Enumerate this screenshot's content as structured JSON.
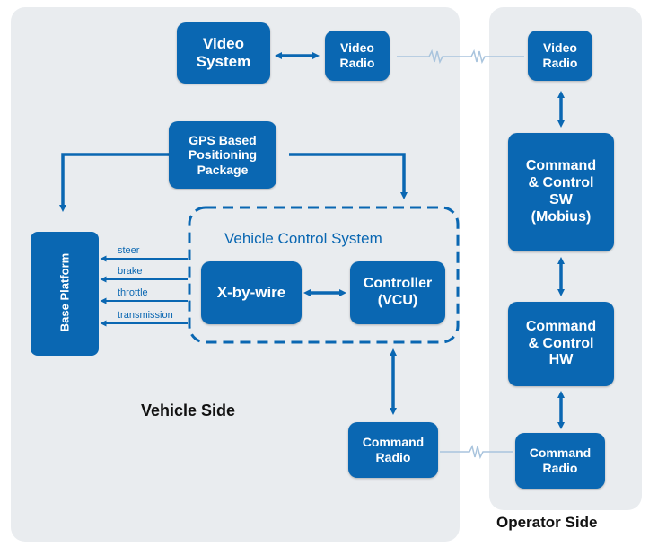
{
  "vehicle_side": {
    "label": "Vehicle Side",
    "video_system": "Video\nSystem",
    "video_radio": "Video\nRadio",
    "gps": "GPS Based\nPositioning\nPackage",
    "base_platform": "Base Platform",
    "vcs_title": "Vehicle Control System",
    "x_by_wire": "X-by-wire",
    "controller": "Controller\n(VCU)",
    "command_radio": "Command\nRadio",
    "signals": [
      "steer",
      "brake",
      "throttle",
      "transmission"
    ]
  },
  "operator_side": {
    "label": "Operator Side",
    "video_radio": "Video\nRadio",
    "cc_sw": "Command\n& Control\nSW\n(Mobius)",
    "cc_hw": "Command\n& Control\nHW",
    "command_radio": "Command\nRadio"
  },
  "colors": {
    "box": "#0a67b2",
    "panel": "#e9ecef",
    "wire": "#0a67b2",
    "link": "#a9c4dd"
  }
}
